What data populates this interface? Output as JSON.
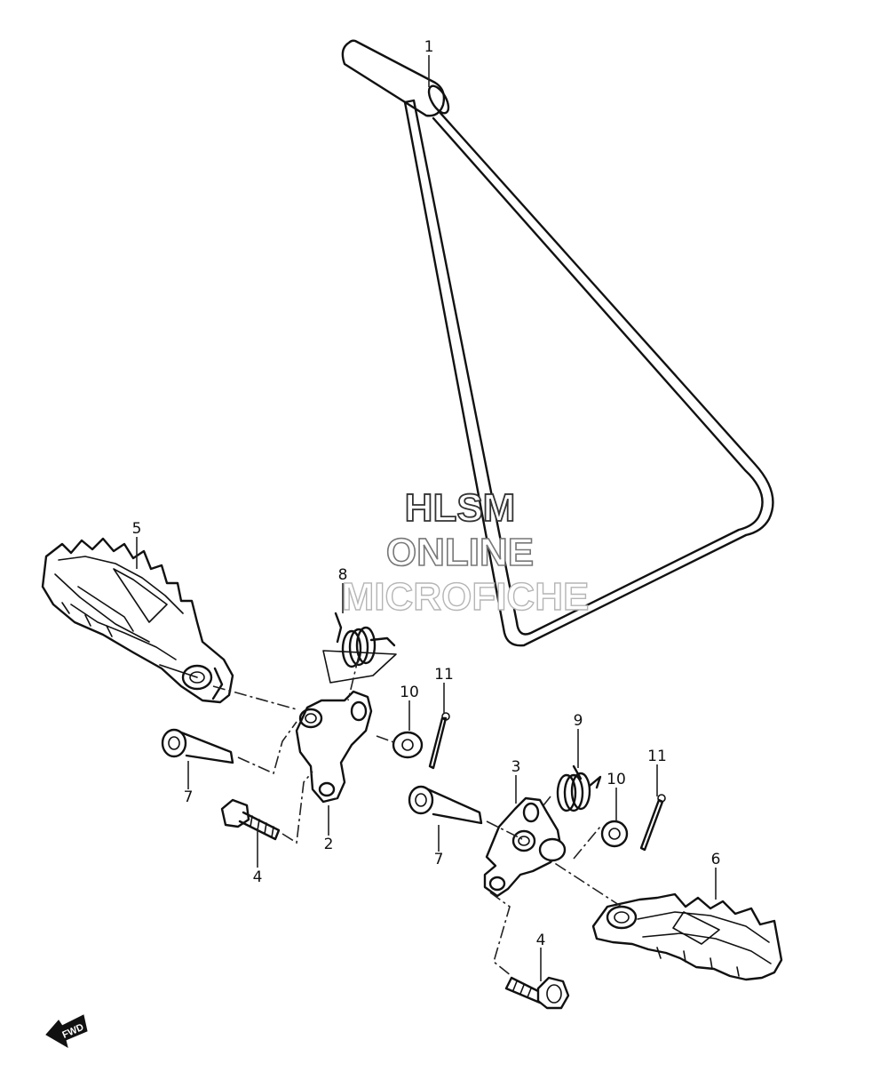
{
  "callouts": [
    {
      "id": "c1",
      "label": "1"
    },
    {
      "id": "c2",
      "label": "2"
    },
    {
      "id": "c3",
      "label": "3"
    },
    {
      "id": "c4a",
      "label": "4"
    },
    {
      "id": "c4b",
      "label": "4"
    },
    {
      "id": "c5",
      "label": "5"
    },
    {
      "id": "c6",
      "label": "6"
    },
    {
      "id": "c7a",
      "label": "7"
    },
    {
      "id": "c7b",
      "label": "7"
    },
    {
      "id": "c8",
      "label": "8"
    },
    {
      "id": "c9",
      "label": "9"
    },
    {
      "id": "c10a",
      "label": "10"
    },
    {
      "id": "c10b",
      "label": "10"
    },
    {
      "id": "c11a",
      "label": "11"
    },
    {
      "id": "c11b",
      "label": "11"
    }
  ],
  "watermark": {
    "line1": "HLSM",
    "line2": "ONLINE",
    "line3": "MICROFICHE"
  },
  "fwd_label": "FWD",
  "colors": {
    "ink": "#111111",
    "watermark_fill": "#ffffff",
    "watermark_stroke": "#9a9a9a"
  }
}
